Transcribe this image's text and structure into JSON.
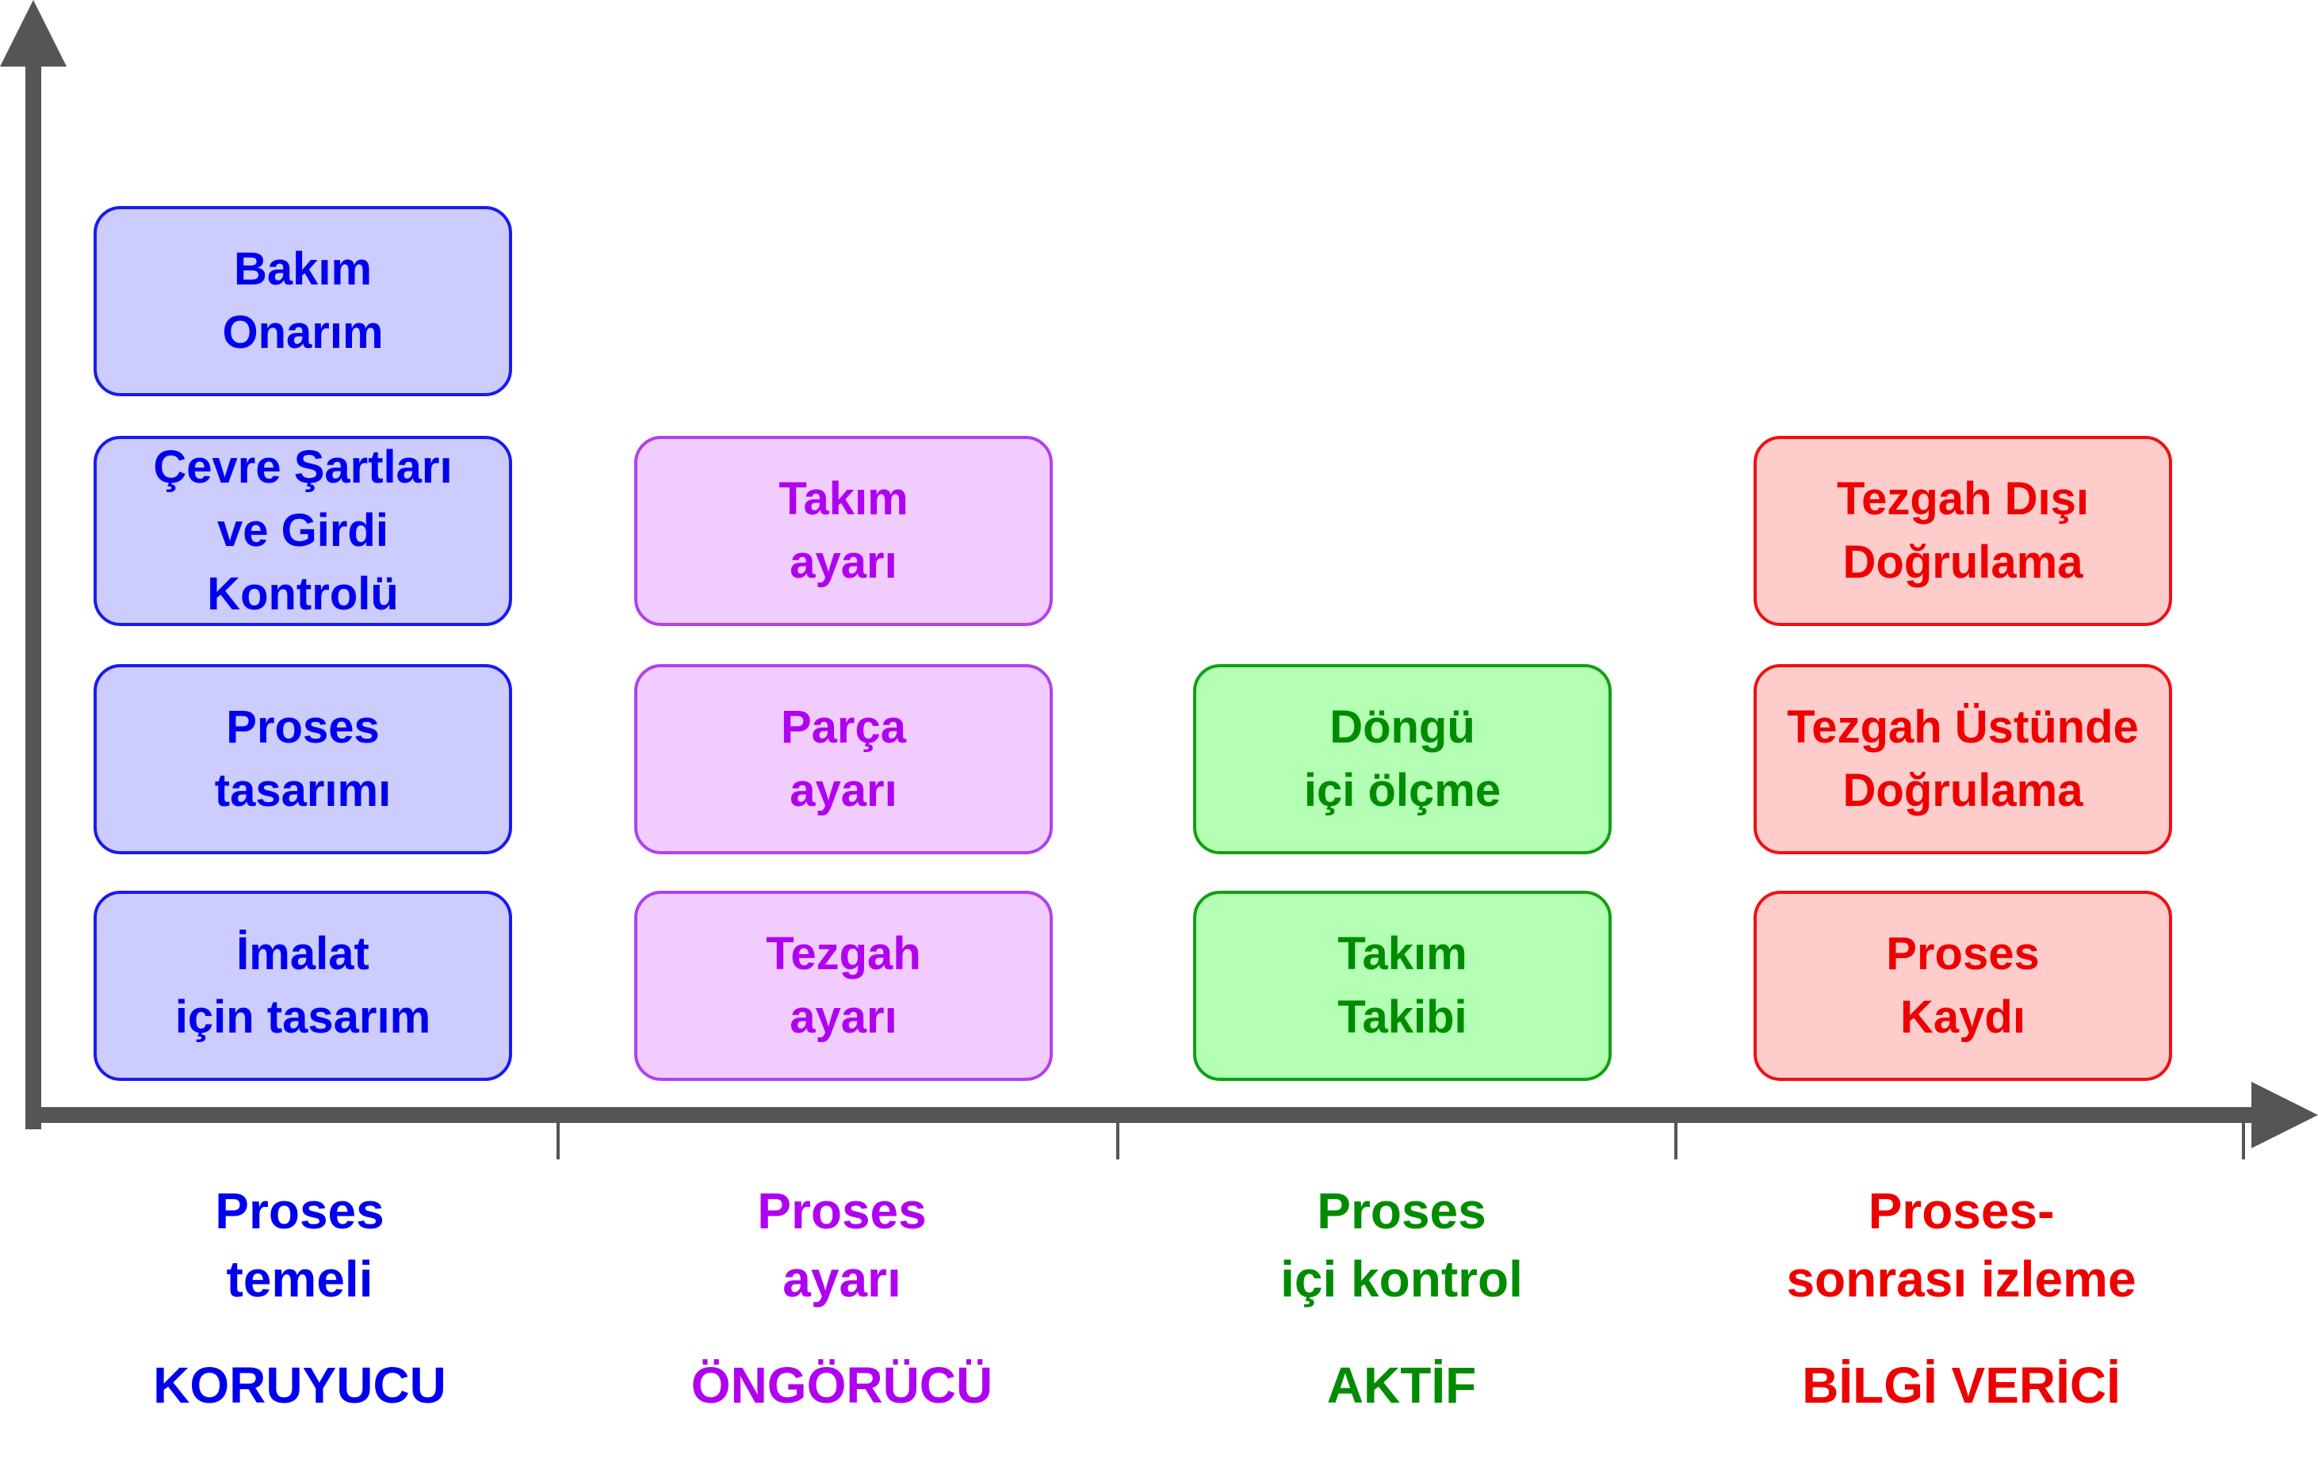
{
  "columns": [
    {
      "label": "Proses\ntemeli",
      "category": "KORUYUCU",
      "text_color": "#0000ee",
      "box_fill": "#ccccff",
      "box_border": "#1a1af0",
      "boxes": [
        "İmalat\niçin tasarım",
        "Proses\ntasarımı",
        "Çevre Şartları\nve Girdi\nKontrolü",
        "Bakım\nOnarım"
      ]
    },
    {
      "label": "Proses\nayarı",
      "category": "ÖNGÖRÜCÜ",
      "text_color": "#b000f0",
      "box_fill": "#f0ccff",
      "box_border": "#b040f0",
      "boxes": [
        "Tezgah\nayarı",
        "Parça\nayarı",
        "Takım\nayarı"
      ]
    },
    {
      "label": "Proses\niçi kontrol",
      "category": "AKTİF",
      "text_color": "#008c00",
      "box_fill": "#b3ffb3",
      "box_border": "#10a010",
      "boxes": [
        "Takım\nTakibi",
        "Döngü\niçi ölçme"
      ]
    },
    {
      "label": "Proses-\nsonrası izleme",
      "category": "BİLGİ VERİCİ",
      "text_color": "#ee0000",
      "box_fill": "#ffcccc",
      "box_border": "#f01010",
      "boxes": [
        "Proses\nKaydı",
        "Tezgah Üstünde\nDoğrulama",
        "Tezgah Dışı\nDoğrulama"
      ]
    }
  ],
  "axis_color": "#555555"
}
